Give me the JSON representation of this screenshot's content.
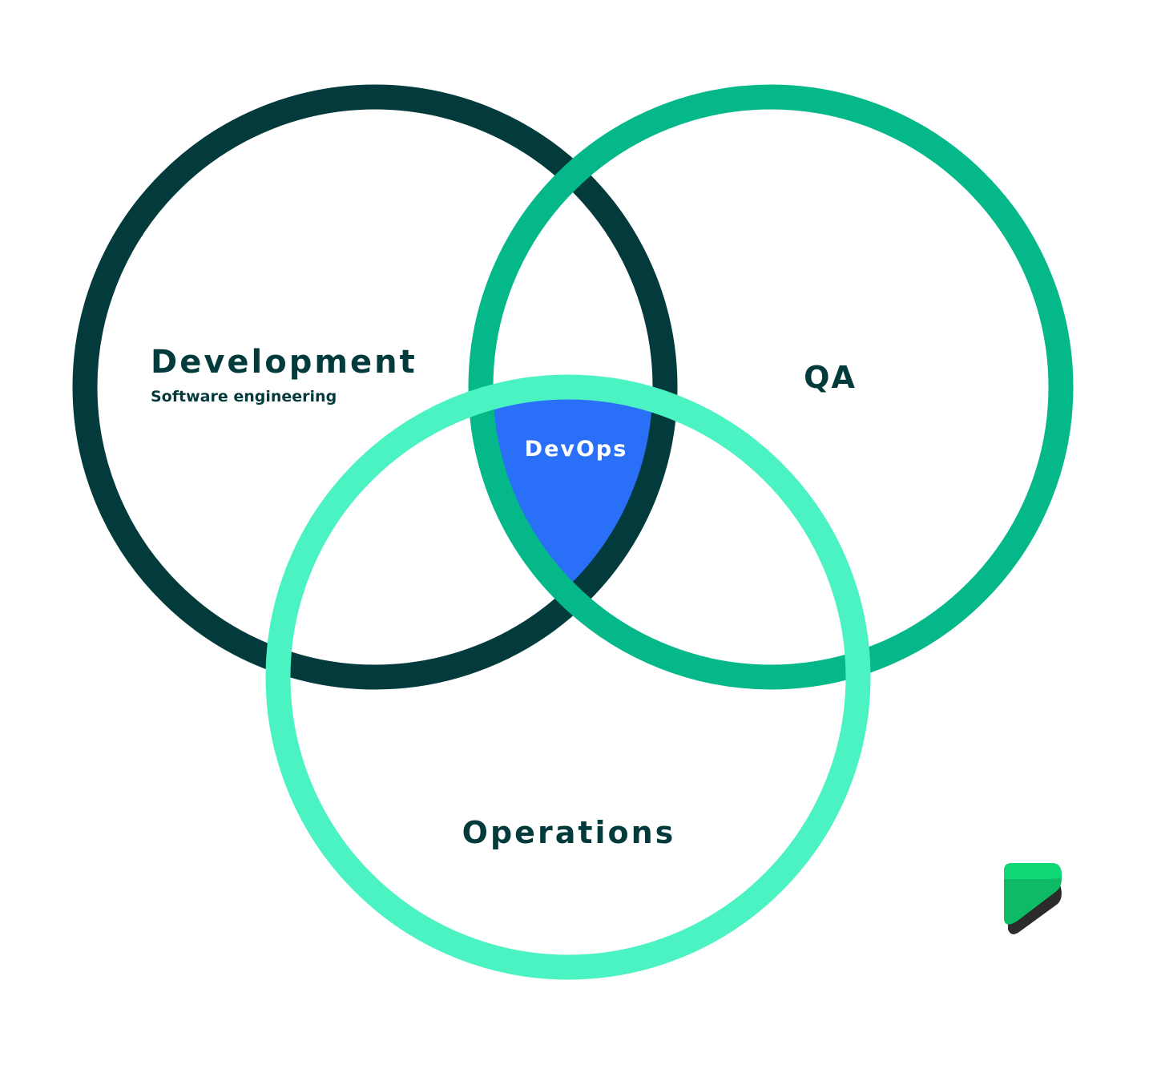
{
  "diagram": {
    "circles": [
      {
        "id": "development",
        "label": "Development",
        "sublabel": "Software engineering",
        "color": "#033b3d"
      },
      {
        "id": "qa",
        "label": "QA",
        "color": "#04b88a"
      },
      {
        "id": "operations",
        "label": "Operations",
        "color": "#4bf2c2"
      }
    ],
    "intersection": {
      "label": "DevOps",
      "color": "#2a6ff7",
      "text_color": "#ffffff"
    },
    "label_color": "#033b3d"
  },
  "logo": {
    "icon": "brand-logo-icon",
    "top_color": "#10d874",
    "body_color": "#0fba66",
    "shadow_color": "#2b2b2b"
  }
}
